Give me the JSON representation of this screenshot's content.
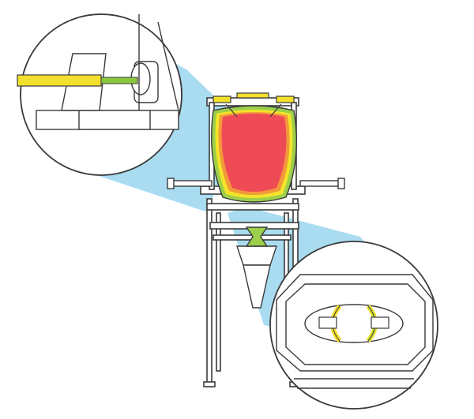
{
  "figure": {
    "kind": "technical illustration, no printed text",
    "parts": {
      "frame": "support-frame",
      "bag": "bulk-bag",
      "hopper": "discharge-hopper",
      "arms": "side-arms",
      "detail_top": "callout-detail-top",
      "detail_bottom": "callout-detail-bottom"
    }
  },
  "colors": {
    "outline": "#3a3a3a",
    "frame_fill": "#ffffff",
    "callout_cone": "#a9dcf0",
    "bag_red": "#ef4b57",
    "bag_orange": "#f29a3a",
    "bag_yellow": "#f4e32a",
    "bag_green": "#9ccf4a",
    "rod_yellow": "#f3e02c",
    "rod_green": "#8cc63f"
  }
}
